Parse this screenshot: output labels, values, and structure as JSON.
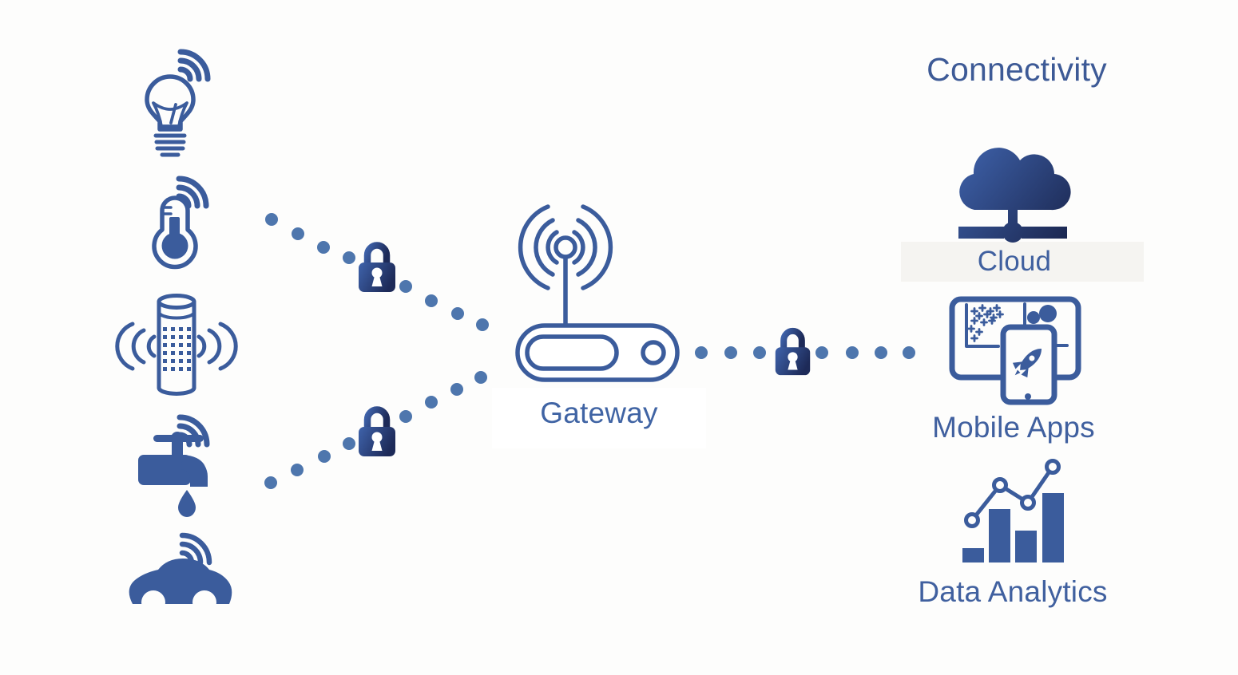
{
  "title": "Connectivity",
  "gateway": {
    "label": "Gateway"
  },
  "connectivity": {
    "cloud_label": "Cloud",
    "mobile_apps_label": "Mobile Apps",
    "data_analytics_label": "Data Analytics"
  },
  "devices": [
    {
      "icon": "smart-lightbulb-icon"
    },
    {
      "icon": "smart-thermometer-icon"
    },
    {
      "icon": "smart-speaker-icon"
    },
    {
      "icon": "smart-water-tap-icon"
    },
    {
      "icon": "connected-car-icon"
    }
  ],
  "security": {
    "icon": "padlock-icon"
  },
  "colors": {
    "icon_blue": "#3b5c9c",
    "dot_blue": "#4e76ad",
    "lock_gradient_start": "#3f63ab",
    "lock_gradient_end": "#1d2a58",
    "text_blue": "#3d5a96"
  }
}
